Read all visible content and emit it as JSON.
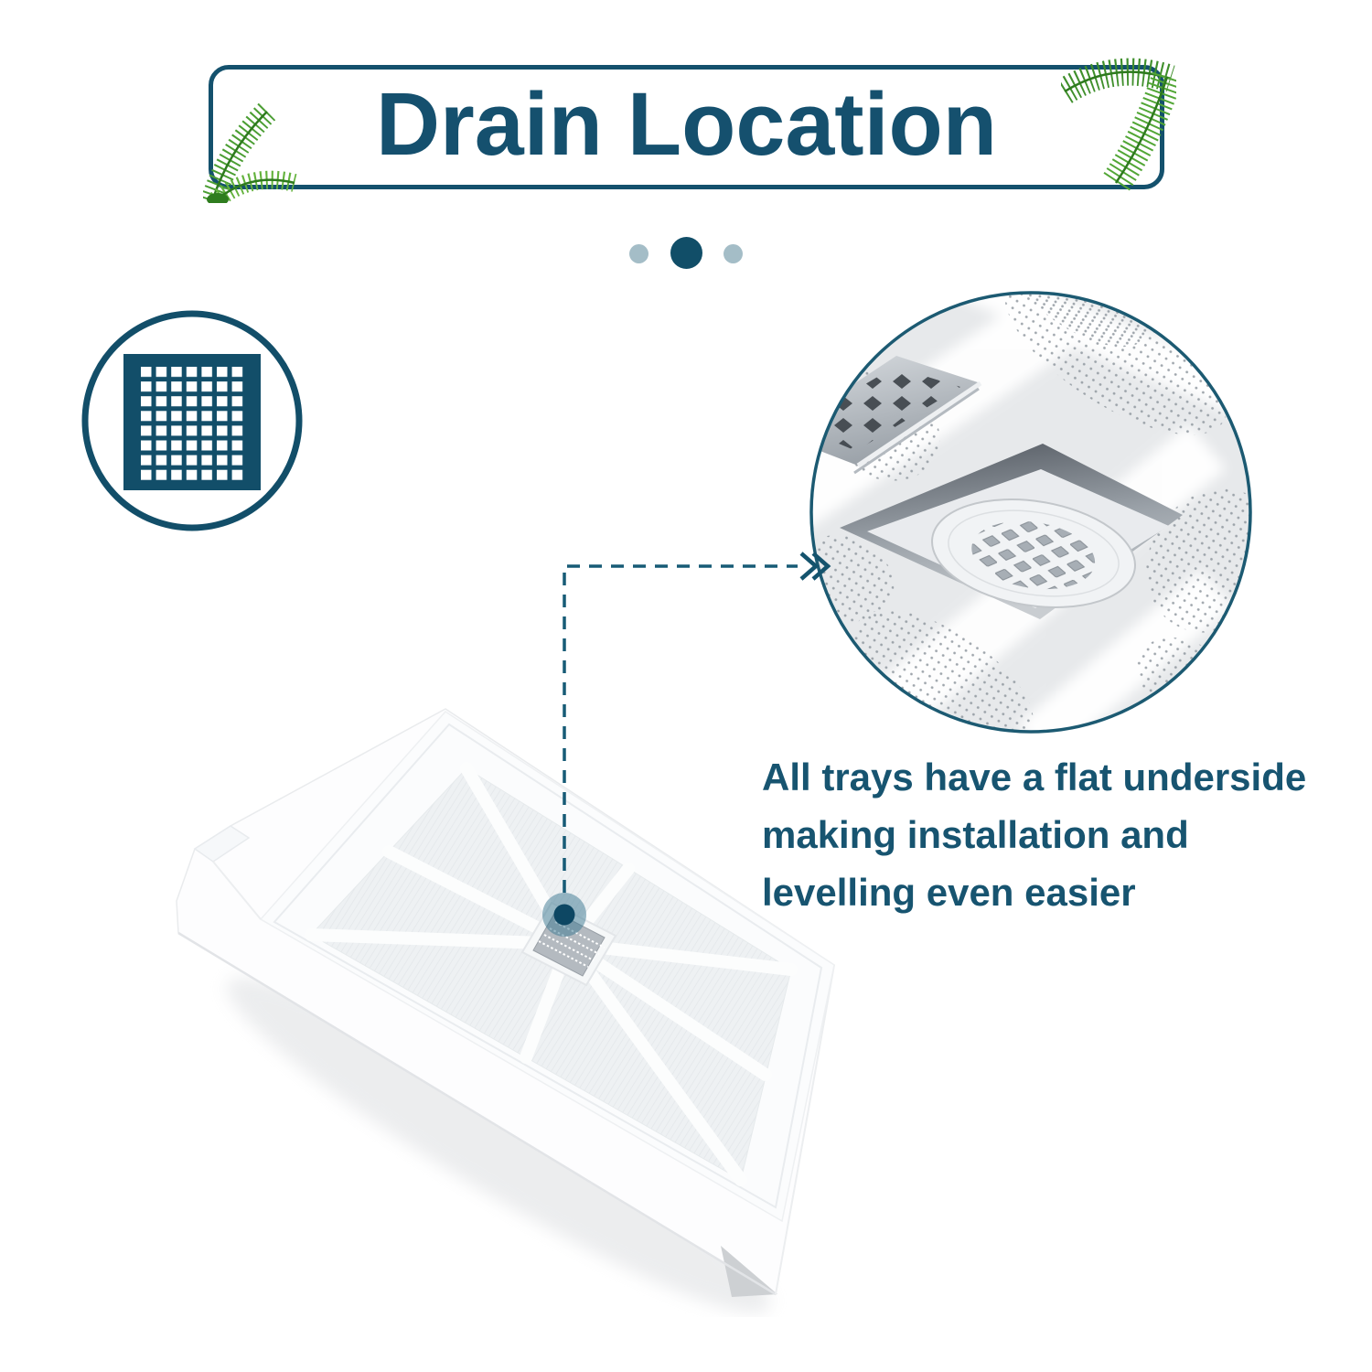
{
  "banner": {
    "title": "Drain Location",
    "border_color": "#14516d",
    "title_color": "#15506e"
  },
  "carousel": {
    "dots": [
      {
        "index": 1,
        "state": "inactive"
      },
      {
        "index": 2,
        "state": "active"
      },
      {
        "index": 3,
        "state": "inactive"
      }
    ],
    "active_color": "#114e68",
    "inactive_color": "#a4bdc7"
  },
  "drain_icon": {
    "meaning": "square shower drain grate",
    "color": "#124e69"
  },
  "inset_photo": {
    "meaning": "close-up of recessed square drain with round waffle grate",
    "border_color": "#1c5a72"
  },
  "tray_photo": {
    "meaning": "white shower tray in perspective with center drain"
  },
  "connector": {
    "color": "#175b76",
    "style": "dashed"
  },
  "annotation": {
    "lines": [
      "All trays have a flat underside",
      "making installation and",
      "levelling even easier"
    ],
    "color": "#175470"
  },
  "decor": {
    "palm_leaf_green": "#4b9e33",
    "palm_leaf_dark": "#2e7a1e"
  }
}
